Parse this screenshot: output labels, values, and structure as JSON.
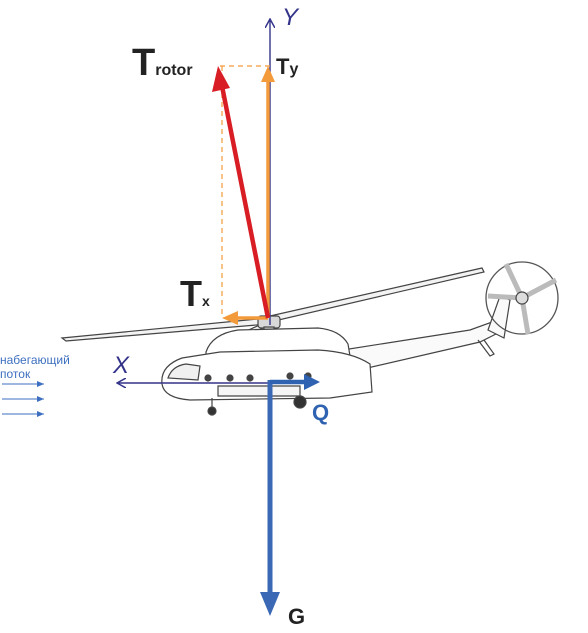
{
  "labels": {
    "y_axis": "Y",
    "x_axis": "X",
    "t_rotor_main": "T",
    "t_rotor_sub": "rotor",
    "t_y_main": "T",
    "t_y_sub": "y",
    "t_x_main": "T",
    "t_x_sub": "x",
    "q": "Q",
    "g": "G",
    "flow_line1": "набегающий",
    "flow_line2": "поток"
  },
  "colors": {
    "rotor_thrust": "#d81d24",
    "thrust_components": "#f39a3a",
    "axes": "#33338a",
    "drag": "#2f62b0",
    "gravity": "#3a68b5",
    "flow": "#3d6fc0",
    "helicopter_outline": "#444444"
  },
  "icons": {
    "helicopter": "mi-8-helicopter-side-view",
    "tail_rotor": "tail-rotor-icon"
  }
}
